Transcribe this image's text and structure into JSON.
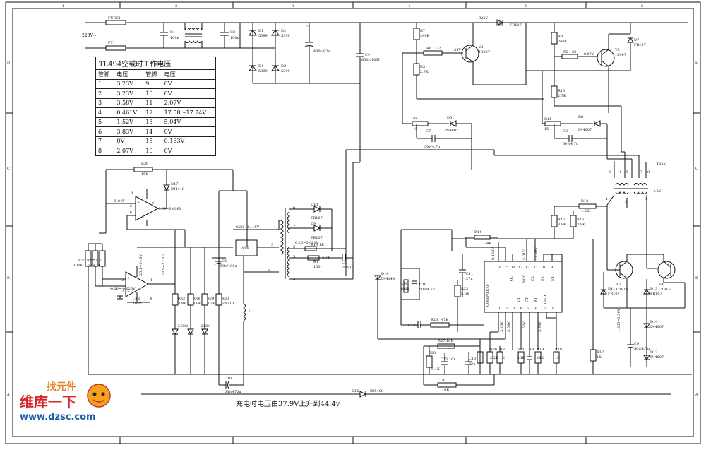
{
  "border": {
    "cols": [
      "1",
      "2",
      "3",
      "4",
      "5",
      "5"
    ],
    "rows": [
      "D",
      "C",
      "B",
      "A"
    ]
  },
  "table": {
    "title": "TL494空载时工作电压",
    "headers": [
      "管脚",
      "电压",
      "管脚",
      "电压"
    ],
    "rows": [
      [
        "1",
        "3.23V",
        "9",
        "0V"
      ],
      [
        "2",
        "3.23V",
        "10",
        "0V"
      ],
      [
        "3",
        "3.58V",
        "11",
        "2.07V"
      ],
      [
        "4",
        "0.461V",
        "12",
        "17.58～17.74V"
      ],
      [
        "5",
        "1.52V",
        "13",
        "5.04V"
      ],
      [
        "6",
        "3.83V",
        "14",
        "0V"
      ],
      [
        "7",
        "0V",
        "15",
        "0.163V"
      ],
      [
        "8",
        "2.07V",
        "16",
        "0V"
      ]
    ]
  },
  "labels": {
    "fuse": "FUSE1",
    "pt1": "PT1",
    "ac_in": "220V~",
    "c1": "C1",
    "c1v": "100n",
    "c2": "C2",
    "c2v": "100n",
    "d1": "D1",
    "d1v": "5399",
    "d2": "D2",
    "d2v": "5399",
    "d3": "D3",
    "d3v": "5399",
    "d4": "D4",
    "d4v": "5399",
    "c": "C",
    "cv": "400v/82u",
    "c4": "C4",
    "c4v": "630v/103J",
    "v325": "325V",
    "d6": "D6",
    "d6v": "FR107",
    "r7": "R7",
    "r7v": "240K",
    "r6": "R6",
    "r6v": "22",
    "v135": "135V",
    "v1": "V1",
    "v1v": "13007",
    "r5": "R5",
    "r5v": "2.7K",
    "r9": "R9",
    "r9v": "240K",
    "r2": "R2",
    "r2v": "22",
    "vneg": "-0.07V",
    "v2": "V2",
    "v2v": "13007",
    "d7": "D7",
    "d7v": "FR107",
    "r10": "R10",
    "r10v": "2.7K",
    "r4": "R4",
    "r4v": "15",
    "d5": "D5",
    "d5v": "IN4007",
    "c7": "C7",
    "c7v": "50v/4.7u",
    "r11": "R11",
    "r11v": "15",
    "d8": "D8",
    "d8v": "IN4007",
    "c8": "C8",
    "c8v": "50v/4.7u",
    "v165": "165V",
    "v45": "4.5V",
    "r36": "R36",
    "r36v": "15K",
    "d17": "D17",
    "d17v": "IN4148",
    "v504": "5.04V",
    "vop": "0.39~0.606V",
    "r35": "R35",
    "r35v": "100K",
    "rstar": "R***",
    "rstarv": "5.6K",
    "r31": "R31",
    "r31v": "1K",
    "v246": "25.1~24.6V",
    "v236": "23.9~23.6V",
    "vminus": "-0.16~-0.025V",
    "c12": "C12",
    "c12v": "100n",
    "r32": "R32",
    "r32v": "3.9K",
    "r34": "R34",
    "r34v": "3.9K",
    "r29": "R29",
    "r29v": "8.2K",
    "r30": "R30",
    "r30v": "5W/0.1",
    "led2": "LED2",
    "led1": "LED1",
    "v0115": "0.20~0.115V",
    "t1660": "1660",
    "c6": "C6",
    "c6v": "50v/100u",
    "d10": "D10",
    "d10v": "FR107",
    "d9": "D9",
    "d9v": "FR107",
    "r13": "R13",
    "r13v": "1K",
    "v0082": "0.20~0.082V",
    "r1": "R1",
    "r1v": "100",
    "r47": "4.7K",
    "c3": "C3",
    "c3v": "2kv/1n",
    "l": "L",
    "c10": "C10",
    "c10v": "63v/470u",
    "d18": "D18",
    "d18v": "IN4148",
    "r24": "R24",
    "r24v": "100K",
    "c16": "C16",
    "c16v": "50v/4.7u",
    "c11": "C11",
    "c11v": "27n",
    "r23": "R23",
    "r23v": "5.6K",
    "r14": "R14",
    "r14v": "24K",
    "c14": "C14",
    "c14v": "22n",
    "r25": "R25",
    "r25v": "47K",
    "r27": "R27",
    "r27v": "10K",
    "r28": "R28",
    "r28v": "5.1K",
    "c15": "C15",
    "c15v": "10n",
    "c13": "C13",
    "c13v": "22n",
    "r26": "R26",
    "r26v": "2.2K",
    "r3": "R3",
    "r3v": "1K",
    "r20": "R20",
    "r20v": "10K",
    "c19": "C19",
    "r19": "R19",
    "r19v": "24K",
    "r18": "R18",
    "r18v": "1K",
    "r": "R",
    "rv": "10K",
    "r12": "R12",
    "r12v": "1.5K",
    "r15": "R15",
    "r15v": "3.9K",
    "r16": "R16",
    "r16v": "3.9K",
    "r17": "R17",
    "r17v": "1K",
    "v3": "V3",
    "v3v": "C1815",
    "v4": "V4",
    "v4v": "C1815",
    "d11": "D11",
    "d11v": "FR107",
    "d13": "D13",
    "d13v": "FR107",
    "d14": "D14",
    "d14v": "IN4007",
    "d12": "D12",
    "d12v": "IN4007",
    "c9": "C9",
    "c9v": "50v/4.7u",
    "v1367": "1.365~1.36V",
    "d16": "D16",
    "d16v": "IN5408",
    "comp": "COMP/FEEF",
    "ic_pins": [
      "16",
      "15",
      "14",
      "13",
      "12",
      "11",
      "10",
      "9"
    ],
    "ic_pins_b": [
      "1",
      "2",
      "3",
      "4",
      "5",
      "6",
      "7",
      "8"
    ],
    "ic_names": [
      "OC",
      "VCC",
      "C2",
      "E2",
      "E1"
    ],
    "ic_names_b": [
      "DT",
      "CT",
      "RT",
      "GND"
    ]
  },
  "caption": "充电时电压由37.9V上升到44.4v",
  "watermark": {
    "brand": "维库一下",
    "url": "www.dzsc.com",
    "badge": "找元件"
  }
}
